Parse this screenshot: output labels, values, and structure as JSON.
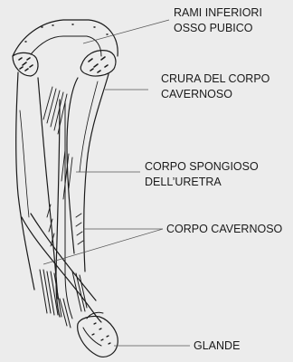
{
  "labels": {
    "rami_line1": "RAMI INFERIORI",
    "rami_line2": "OSSO PUBICO",
    "crura_line1": "CRURA DEL CORPO",
    "crura_line2": "CAVERNOSO",
    "spongioso_line1": "CORPO SPONGIOSO",
    "spongioso_line2": "DELL’URETRA",
    "cavernoso": "CORPO CAVERNOSO",
    "glande": "GLANDE"
  },
  "colors": {
    "background": "#ececec",
    "ink": "#1a1a1a",
    "leader": "#555555"
  }
}
